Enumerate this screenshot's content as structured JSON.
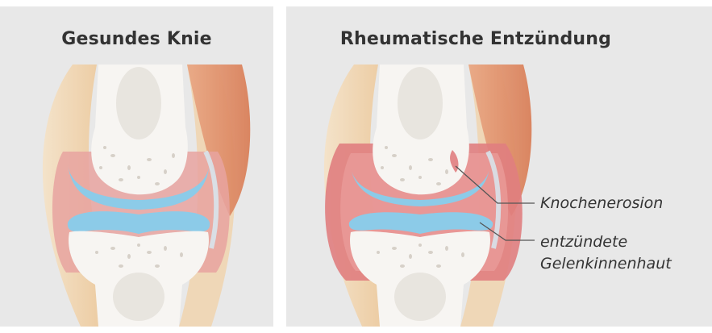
{
  "panels": {
    "healthy": {
      "title": "Gesundes Knie"
    },
    "rheumatic": {
      "title": "Rheumatische Entzündung",
      "labels": {
        "erosion": "Knochenerosion",
        "membrane_line1": "entzündete",
        "membrane_line2": "Gelenkinnenhaut"
      }
    }
  },
  "colors": {
    "panel_bg": "#e8e8e8",
    "bone": "#f6f4f1",
    "cartilage": "#8ccbe8",
    "synovium": "#e58f8f",
    "muscle": "#e6a077",
    "skin": "#f2d3a8",
    "marrow": "#dcd7d0"
  }
}
